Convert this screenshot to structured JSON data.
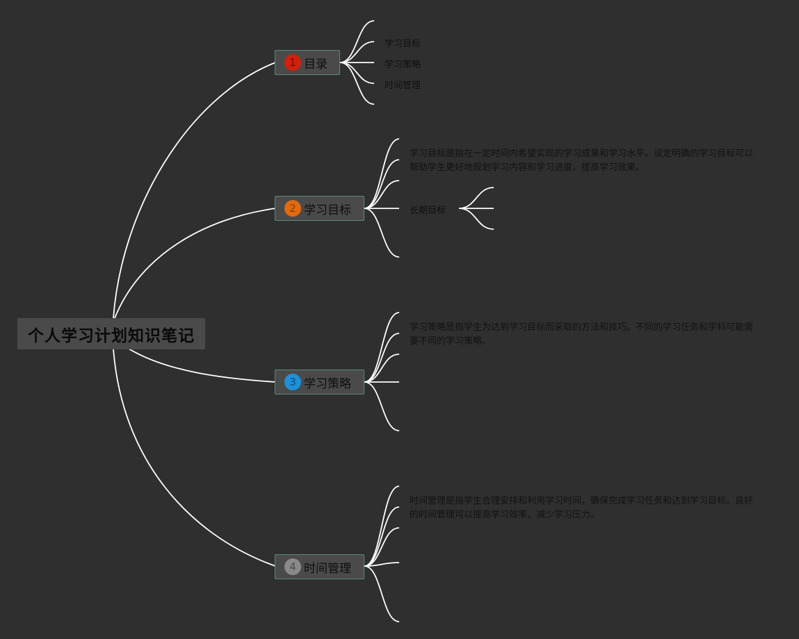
{
  "root": {
    "label": "个人学习计划知识笔记"
  },
  "colors": {
    "background": "#2f2f2f",
    "node_fill": "#4a4a4a",
    "node_border": "#5a8a78",
    "link": "#ffffff"
  },
  "topics": [
    {
      "number": "1",
      "label": "目录",
      "badge_color": "#d0200e",
      "badge_text_color": "#7a0a00",
      "children": [
        "学习目标",
        "学习策略",
        "时间管理"
      ]
    },
    {
      "number": "2",
      "label": "学习目标",
      "badge_color": "#e06a10",
      "badge_text_color": "#8a3a00",
      "description": "学习目标是指在一定时间内希望实现的学习成果和学习水平。设定明确的学习目标可以帮助学生更好地规划学习内容和学习进度，提高学习效果。",
      "sub_label": "长期目标"
    },
    {
      "number": "3",
      "label": "学习策略",
      "badge_color": "#1e90d8",
      "badge_text_color": "#0a4a7a",
      "description": "学习策略是指学生为达到学习目标而采取的方法和技巧。不同的学习任务和学科可能需要不同的学习策略。"
    },
    {
      "number": "4",
      "label": "时间管理",
      "badge_color": "#8a8a8a",
      "badge_text_color": "#4a4a4a",
      "description": "时间管理是指学生合理安排和利用学习时间，确保完成学习任务和达到学习目标。良好的时间管理可以提高学习效率，减少学习压力。"
    }
  ]
}
